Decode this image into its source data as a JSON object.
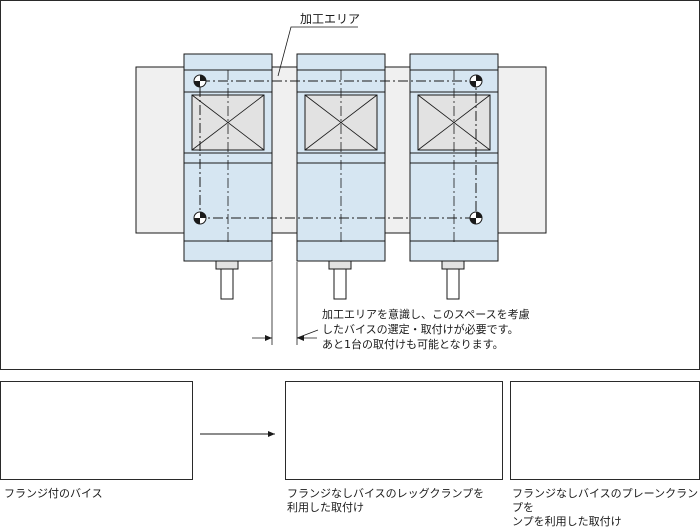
{
  "main_diagram": {
    "area_label": "加工エリア",
    "note_lines": [
      "加工エリアを意識し、このスペースを考慮",
      "したバイスの選定・取付けが必要です。",
      "あと1台の取付けも可能となります。"
    ]
  },
  "examples": [
    {
      "caption_lines": [
        "フランジ付のバイス"
      ]
    },
    {
      "caption_lines": [
        "フランジなしバイスのレッグクランプを",
        "利用した取付け"
      ]
    },
    {
      "caption_lines": [
        "フランジなしバイスのプレーンクランプを",
        "ンプを利用した取付け"
      ]
    }
  ],
  "colors": {
    "vise_fill": "#d6e6f2",
    "jaw_fill": "#e2e2e2",
    "table_fill": "#f0f0f0",
    "clamp_fill": "#bdbdbd",
    "line": "#1a1a1a"
  }
}
